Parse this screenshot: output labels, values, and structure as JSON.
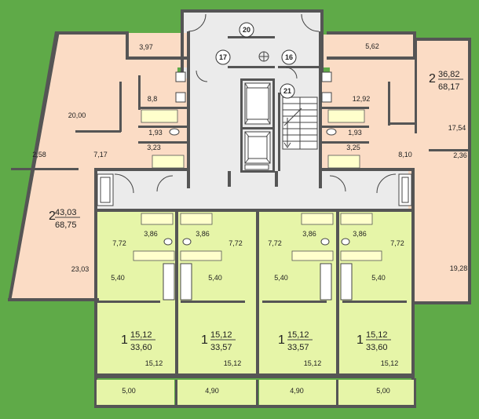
{
  "colors": {
    "background": "#5faa48",
    "two_room": "#fbdcc5",
    "one_room": "#e6f5a8",
    "common": "#ebebeb",
    "wall": "#555555"
  },
  "markers": [
    "20",
    "17",
    "16",
    "21"
  ],
  "apartments": {
    "left_two_room": {
      "rooms": "2",
      "living": "43,03",
      "total": "68,75",
      "areas": [
        "3,97",
        "8,8",
        "20,00",
        "1,93",
        "3,23",
        "2,58",
        "7,17",
        "23,03"
      ]
    },
    "right_two_room": {
      "rooms": "2",
      "living": "36,82",
      "total": "68,17",
      "areas": [
        "5,62",
        "12,92",
        "1,93",
        "17,54",
        "3,25",
        "8,10",
        "2,36",
        "19,28"
      ]
    },
    "one_room_1": {
      "rooms": "1",
      "living": "15,12",
      "total": "33,60",
      "areas": [
        "7,72",
        "3,86",
        "5,40",
        "15,12",
        "5,00"
      ]
    },
    "one_room_2": {
      "rooms": "1",
      "living": "15,12",
      "total": "33,57",
      "areas": [
        "3,86",
        "7,72",
        "5,40",
        "15,12",
        "4,90"
      ]
    },
    "one_room_3": {
      "rooms": "1",
      "living": "15,12",
      "total": "33,57",
      "areas": [
        "7,72",
        "3,86",
        "5,40",
        "15,12",
        "4,90"
      ]
    },
    "one_room_4": {
      "rooms": "1",
      "living": "15,12",
      "total": "33,60",
      "areas": [
        "3,86",
        "7,72",
        "5,40",
        "15,12",
        "5,00"
      ]
    }
  }
}
